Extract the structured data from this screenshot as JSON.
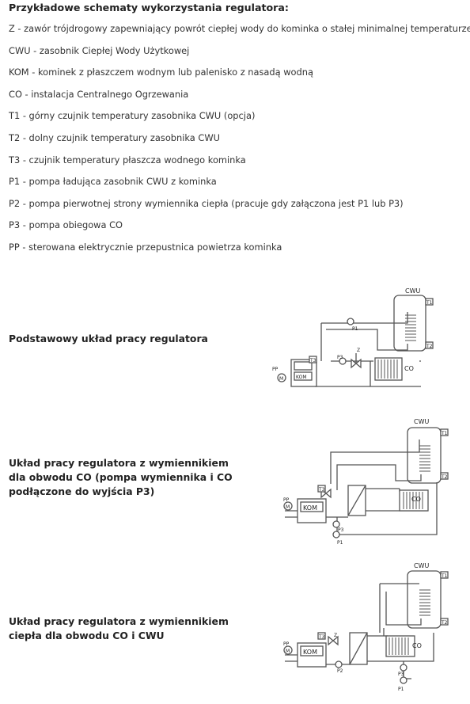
{
  "title": "Przykładowe schematy wykorzystania regulatora:",
  "legend": [
    "Z - zawór trójdrogowy zapewniający powrót ciepłej wody do kominka o stałej minimalnej temperaturze",
    "CWU - zasobnik Ciepłej Wody Użytkowej",
    "KOM - kominek z płaszczem wodnym lub palenisko z nasadą wodną",
    "CO - instalacja Centralnego Ogrzewania",
    "T1 - górny czujnik temperatury zasobnika CWU (opcja)",
    "T2 - dolny czujnik temperatury zasobnika CWU",
    "T3 - czujnik temperatury płaszcza wodnego kominka",
    "P1 - pompa ładująca zasobnik CWU z kominka",
    "P2 - pompa pierwotnej strony wymiennika ciepła (pracuje gdy załączona jest P1 lub P3)",
    "P3 - pompa obiegowa CO",
    "PP - sterowana elektrycznie przepustnica powietrza kominka"
  ],
  "sections": [
    {
      "lines": [
        "Podstawowy układ pracy regulatora"
      ]
    },
    {
      "lines": [
        "Układ pracy regulatora z wymiennikiem",
        "dla obwodu CO (pompa wymiennika i CO",
        "podłączone do wyjścia P3)"
      ]
    },
    {
      "lines": [
        "Układ pracy regulatora z wymiennikiem",
        "ciepła dla obwodu CO i CWU"
      ]
    }
  ],
  "labels": {
    "cwu": "CWU",
    "co": "CO",
    "kom": "KOM",
    "pp": "PP",
    "m": "M",
    "t1": "T1",
    "t2": "T2",
    "t3": "T3",
    "p1": "P1",
    "p2": "P2",
    "p3": "P3",
    "z": "Z"
  }
}
